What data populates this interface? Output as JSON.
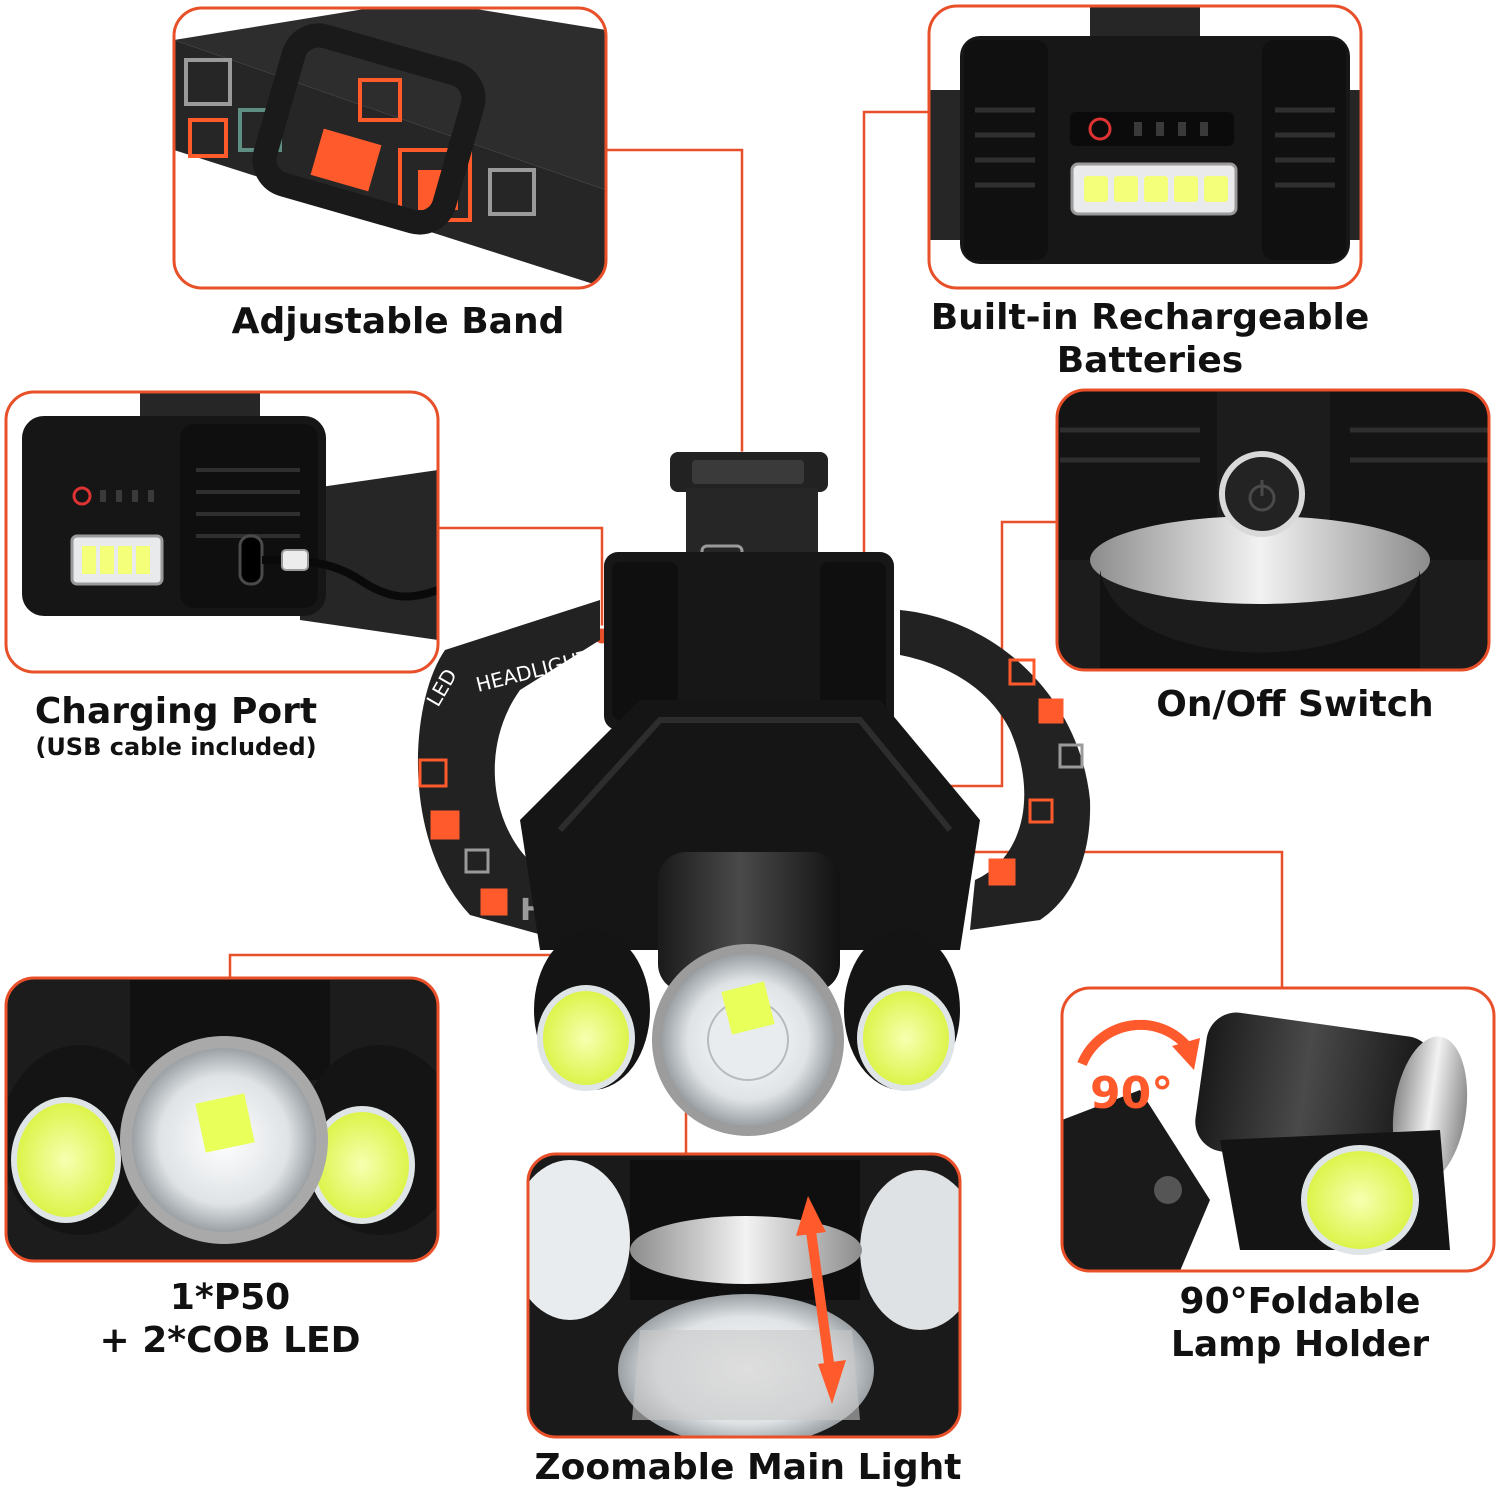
{
  "theme": {
    "accent": "#e8502a",
    "band_dark": "#262626",
    "lamp_black": "#151515",
    "silver": "#c9c9c9",
    "cob_yellow": "#e9ff5a",
    "band_pattern_orange": "#ff5a2c",
    "band_pattern_gray": "#9a9a9a",
    "band_pattern_teal": "#5f8f82"
  },
  "center_product": {
    "band_text_left": "LED",
    "band_text_main": "HEADLIGHT",
    "band_text_bottom": "HE"
  },
  "features": {
    "adjustable_band": {
      "label": "Adjustable Band",
      "icon": "adjustable-buckle-icon"
    },
    "batteries": {
      "line1": "Built-in Rechargeable",
      "line2": "Batteries",
      "icon": "battery-pack-icon"
    },
    "charging_port": {
      "label": "Charging Port",
      "note": "(USB cable included)",
      "icon": "usb-c-port-icon"
    },
    "switch": {
      "label": "On/Off Switch",
      "icon": "power-button-icon"
    },
    "leds": {
      "line1": "1*P50",
      "line2": "+ 2*COB LED",
      "icon": "led-cluster-icon"
    },
    "foldable": {
      "line1": "90°Foldable",
      "line2": "Lamp Holder",
      "angle_label": "90°",
      "icon": "rotate-arrow-icon"
    },
    "zoom": {
      "label": "Zoomable Main Light",
      "icon": "zoom-arrow-icon"
    }
  }
}
